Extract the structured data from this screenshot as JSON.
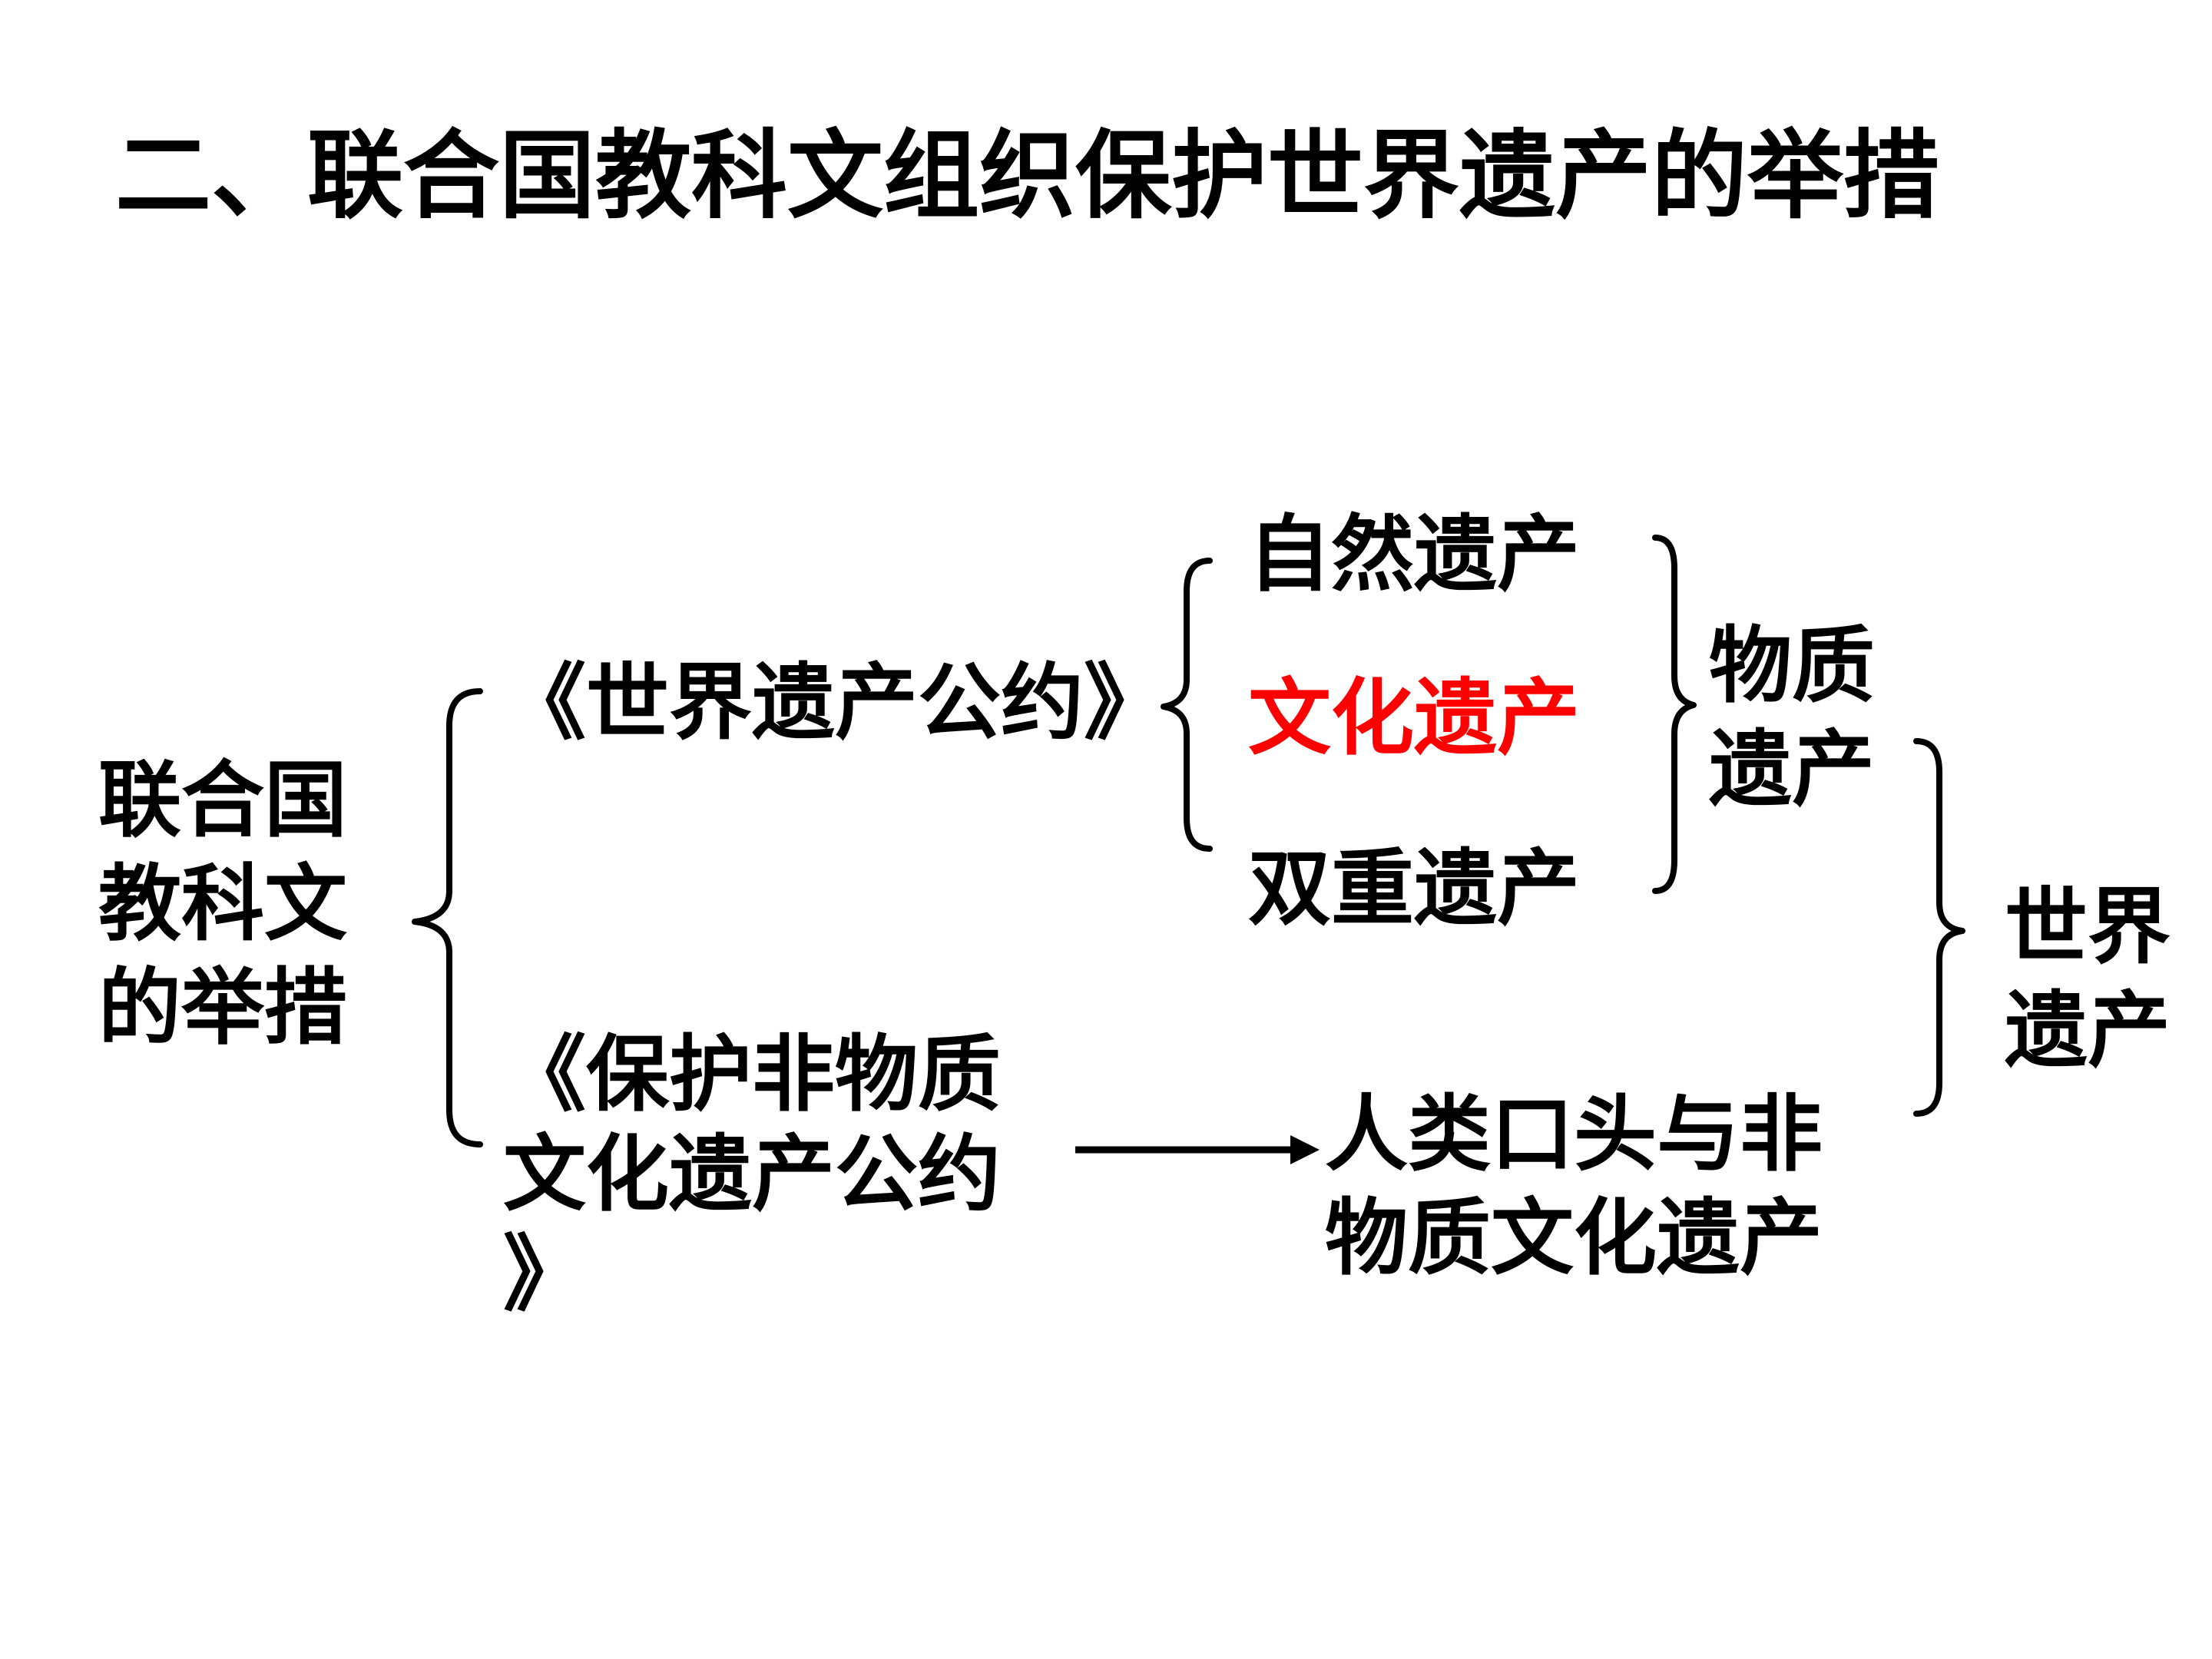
{
  "title": "二、联合国教科文组织保护世界遗产的举措",
  "colors": {
    "text": "#000000",
    "highlight": "#ff0000",
    "background": "#ffffff"
  },
  "diagram": {
    "root": {
      "line1": "联合国",
      "line2": "教科文",
      "line3": "的举措"
    },
    "convention1": "《世界遗产公约》",
    "convention2": {
      "line1": "《保护非物质",
      "line2": "文化遗产公约",
      "line3": "》"
    },
    "heritage_types": {
      "natural": "自然遗产",
      "cultural": "文化遗产",
      "mixed": "双重遗产"
    },
    "intangible": {
      "line1": "人类口头与非",
      "line2": "物质文化遗产"
    },
    "material": {
      "line1": "物质",
      "line2": "遗产"
    },
    "world": {
      "line1": "世界",
      "line2": "遗产"
    }
  }
}
